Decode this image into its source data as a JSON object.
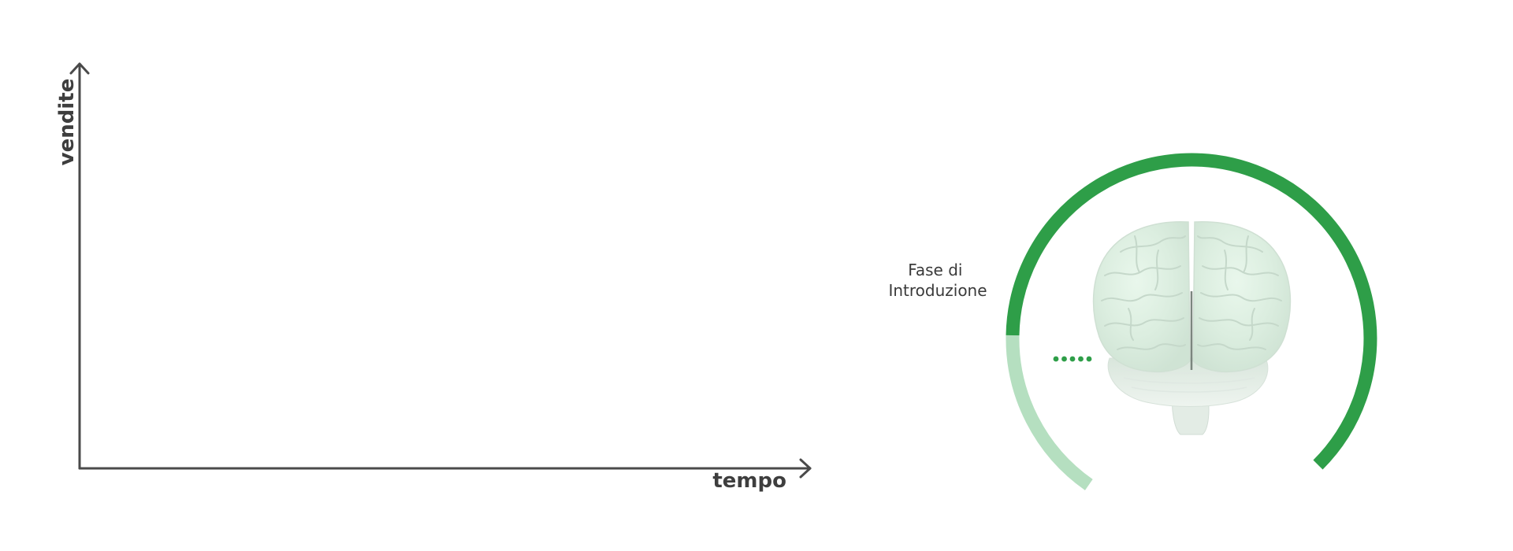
{
  "axes": {
    "y_label": "vendite",
    "x_label": "tempo"
  },
  "phase": {
    "label_line1": "Fase di",
    "label_line2": "Introduzione",
    "progress_fraction": 0.2
  },
  "colors": {
    "axis": "#4a4a4a",
    "gauge_active": "#2e9e48",
    "gauge_light": "#b5dfc0",
    "dots": "#2e9e48"
  },
  "illustration": {
    "icon": "brain-icon"
  }
}
